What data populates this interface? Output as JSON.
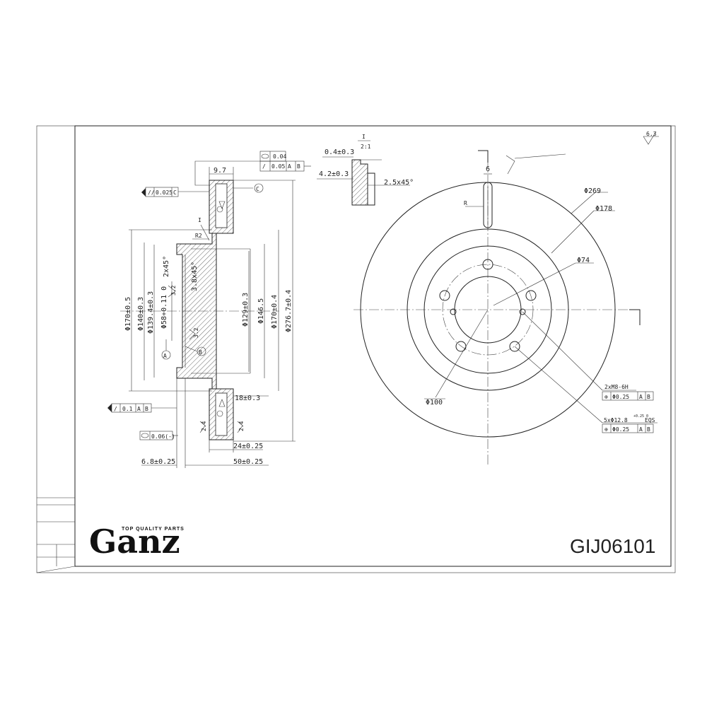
{
  "brand": {
    "name": "Ganz",
    "tagline": "TOP QUALITY PARTS"
  },
  "part_number": "GIJ06101",
  "roughness": "6.3",
  "detail": {
    "marker": "I",
    "scale": "2:1",
    "offset": "0.4±0.3",
    "depth": "4.2±0.3",
    "chamfer": "2.5x45°"
  },
  "side_view": {
    "thickness_top": "9.7",
    "tol_flatness": "0.04",
    "tol_runout": "0.05",
    "tol_parallel": "0.025",
    "datum_a": "A",
    "datum_b": "B",
    "datum_c": "C",
    "marker_i": "I",
    "radius": "R2",
    "chamfer_1": "2x45°",
    "chamfer_2": "3.8x45°",
    "rough_1": "3.2",
    "rough_2": "3.2",
    "rough_3": "2.4",
    "rough_4": "2.4",
    "d_170a": "Φ170±0.5",
    "d_140": "Φ140±0.3",
    "d_139": "Φ139.4±0.3",
    "d_58": "Φ58+0.11 0",
    "d_129": "Φ129±0.3",
    "d_146": "Φ146.5",
    "d_170b": "Φ170±0.4",
    "d_276": "Φ276.7±0.4",
    "dim_18": "18±0.3",
    "dim_24": "24±0.25",
    "dim_50": "50±0.25",
    "dim_6_8": "6.8±0.25",
    "tol_runout_2": "0.1",
    "tol_flat_2": "0.06(-)"
  },
  "front_view": {
    "slot_width": "6",
    "radius_label": "R",
    "d_269": "Φ269",
    "d_178": "Φ178",
    "d_74": "Φ74",
    "d_100": "Φ100",
    "thread": "2xM8-6H",
    "thread_tol": "Φ0.25",
    "holes": "5xΦ12.8",
    "holes_tol_sup": "+0.25 0",
    "holes_eqs": "EQS",
    "holes_tol": "Φ0.25",
    "datum_a": "A",
    "datum_b": "B"
  }
}
